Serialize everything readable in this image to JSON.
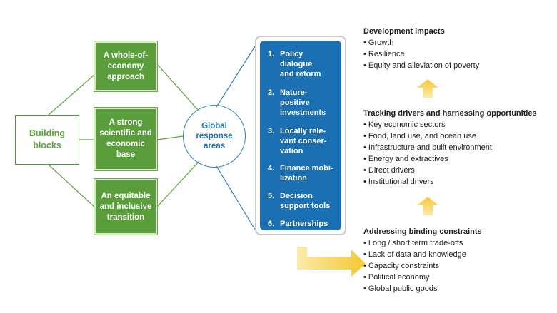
{
  "diagram": {
    "building_blocks": "Building\nblocks",
    "green_boxes": [
      "A whole-of-\neconomy\napproach",
      "A strong\nscientific and\neconomic\nbase",
      "An equitable\nand inclusive\ntransition"
    ],
    "circle": "Global\nresponse\nareas",
    "response_areas": [
      {
        "num": "1.",
        "label": "Policy\ndialogue\nand reform"
      },
      {
        "num": "2.",
        "label": "Nature-\npositive\ninvestments"
      },
      {
        "num": "3.",
        "label": "Locally rele-\nvant  conser-\nvation"
      },
      {
        "num": "4.",
        "label": "Finance mobi-\nlization"
      },
      {
        "num": "5.",
        "label": "Decision\nsupport tools"
      },
      {
        "num": "6.",
        "label": "Partnerships"
      }
    ],
    "development_impacts": {
      "title": "Development impacts",
      "items": [
        "• Growth",
        "• Resilience",
        "• Equity and alleviation of poverty"
      ]
    },
    "tracking": {
      "title": "Tracking drivers and harnessing opportunities",
      "items": [
        "• Key economic sectors",
        "• Food, land use, and ocean use",
        "• Infrastructure and built environment",
        "• Energy and extractives",
        "• Direct drivers",
        "• Institutional drivers"
      ]
    },
    "constraints": {
      "title": "Addressing binding constraints",
      "items": [
        "• Long / short term trade-offs",
        "• Lack of data and knowledge",
        "• Capacity constraints",
        "• Political economy",
        "• Global public goods"
      ]
    },
    "colors": {
      "green": "#5a9e3c",
      "blue": "#1b70b3",
      "arrow_yellow": "#f7d14a"
    }
  }
}
